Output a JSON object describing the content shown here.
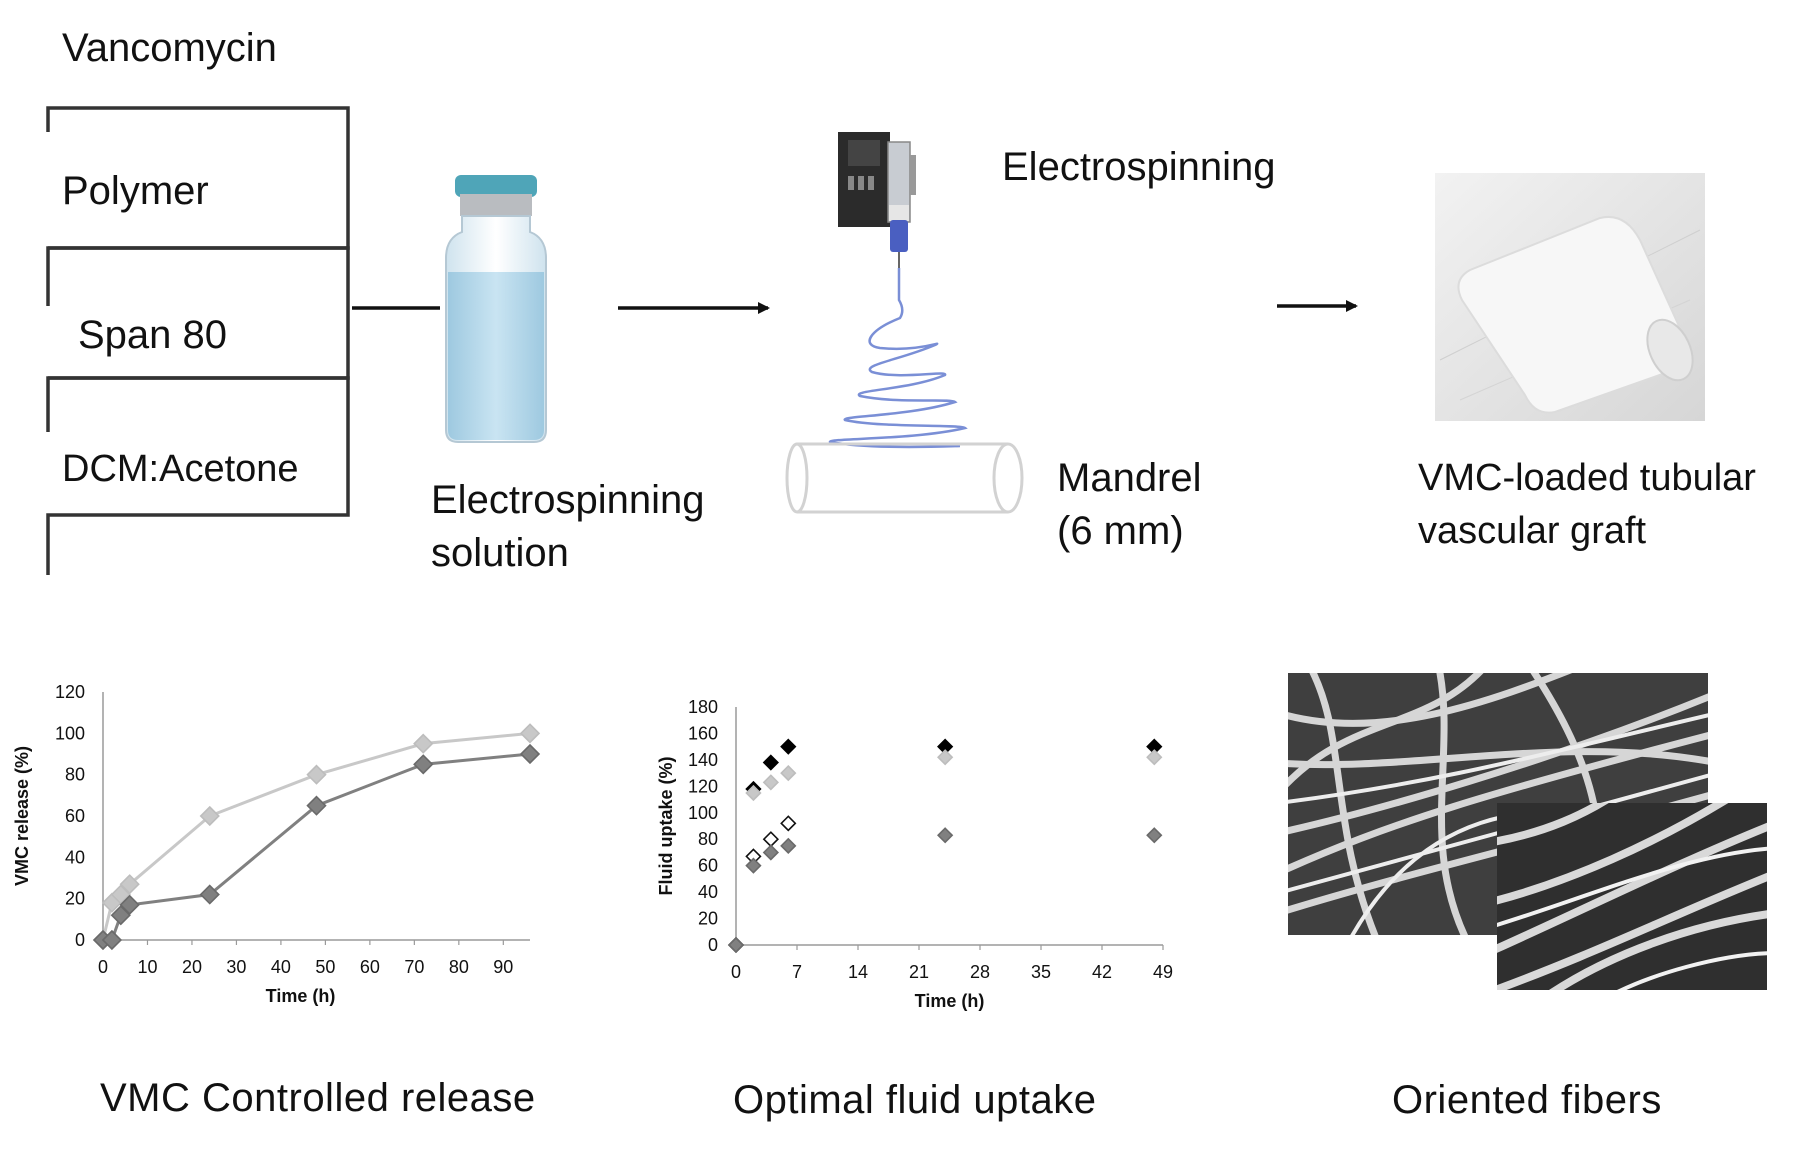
{
  "ingredients": {
    "vancomycin": "Vancomycin",
    "polymer": "Polymer",
    "span80": "Span 80",
    "solvent": "DCM:Acetone"
  },
  "solution": {
    "line1": "Electrospinning",
    "line2": "solution"
  },
  "process": {
    "electrospinning": "Electrospinning",
    "mandrel_line1": "Mandrel",
    "mandrel_line2": "(6 mm)"
  },
  "product": {
    "line1": "VMC-loaded tubular",
    "line2": "vascular graft"
  },
  "captions": {
    "release": "VMC Controlled  release",
    "uptake": "Optimal fluid uptake",
    "fibers": "Oriented  fibers"
  },
  "colors": {
    "light_series": "#c8c8c8",
    "dark_series": "#808080",
    "black_series": "#000000",
    "open_series": "#ffffff"
  },
  "chart_data": [
    {
      "type": "line",
      "xlabel": "Time (h)",
      "ylabel": "VMC release (%)",
      "xlim": [
        0,
        96
      ],
      "ylim": [
        0,
        120
      ],
      "xticks": [
        0,
        10,
        20,
        30,
        40,
        50,
        60,
        70,
        80,
        90
      ],
      "yticks": [
        0,
        20,
        40,
        60,
        80,
        100,
        120
      ],
      "grid": false,
      "series": [
        {
          "color": "light",
          "x": [
            0,
            2,
            4,
            6,
            24,
            48,
            72,
            96
          ],
          "y": [
            0,
            18,
            22,
            27,
            60,
            80,
            95,
            100
          ]
        },
        {
          "color": "dark",
          "x": [
            0,
            2,
            4,
            6,
            24,
            48,
            72,
            96
          ],
          "y": [
            0,
            0,
            12,
            17,
            22,
            65,
            85,
            90
          ]
        }
      ]
    },
    {
      "type": "scatter",
      "xlabel": "Time (h)",
      "ylabel": "Fluid uptake (%)",
      "xlim": [
        0,
        49
      ],
      "ylim": [
        0,
        180
      ],
      "xticks": [
        0,
        7,
        14,
        21,
        28,
        35,
        42,
        49
      ],
      "yticks": [
        0,
        20,
        40,
        60,
        80,
        100,
        120,
        140,
        160,
        180
      ],
      "grid": false,
      "series": [
        {
          "color": "black",
          "x": [
            2,
            4,
            6,
            24,
            48
          ],
          "y": [
            118,
            138,
            150,
            150,
            150
          ]
        },
        {
          "color": "light",
          "x": [
            2,
            4,
            6,
            24,
            48
          ],
          "y": [
            115,
            123,
            130,
            142,
            142
          ]
        },
        {
          "color": "open",
          "x": [
            0,
            2,
            4,
            6
          ],
          "y": [
            0,
            67,
            80,
            92
          ]
        },
        {
          "color": "dark",
          "x": [
            0,
            2,
            4,
            6,
            24,
            48
          ],
          "y": [
            0,
            60,
            70,
            75,
            83,
            83
          ]
        }
      ]
    }
  ]
}
